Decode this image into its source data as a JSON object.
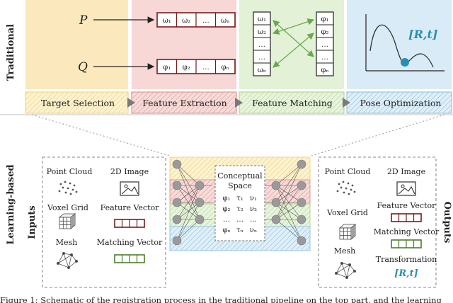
{
  "side_labels": {
    "traditional": "Traditional",
    "learning": "Learning-based",
    "inputs": "Inputs",
    "outputs": "Outputs"
  },
  "traditional": {
    "point_sets": [
      "P",
      "Q"
    ],
    "feat_p": [
      "ω₁",
      "ω₂",
      "…",
      "ωₙ"
    ],
    "feat_q": [
      "φ₁",
      "φ₂",
      "…",
      "φₙ"
    ],
    "match_left": [
      "ω₁",
      "ω₂",
      "…",
      "…",
      "ωₙ"
    ],
    "match_right": [
      "φ₁",
      "φ₂",
      "…",
      "…",
      "φₙ"
    ],
    "pose": "[R,t]",
    "stages": [
      "Target Selection",
      "Feature Extraction",
      "Feature Matching",
      "Pose Optimization"
    ]
  },
  "learning": {
    "inputs": {
      "point_cloud": "Point Cloud",
      "image": "2D Image",
      "voxel": "Voxel Grid",
      "feature": "Feature Vector",
      "mesh": "Mesh",
      "matching": "Matching Vector"
    },
    "outputs": {
      "point_cloud": "Point Cloud",
      "image": "2D Image",
      "feature": "Feature Vector",
      "voxel": "Voxel Grid",
      "matching": "Matching Vector",
      "mesh": "Mesh",
      "transformation": "Transformation",
      "pose": "[R,t]"
    },
    "concept": {
      "title_1": "Conceptual",
      "title_2": "Space",
      "rows": [
        [
          "φ₁",
          "τ₁",
          "ν₁"
        ],
        [
          "φ₂",
          "τ₂",
          "ν₂"
        ],
        [
          "…",
          "…",
          "…"
        ],
        [
          "φₙ",
          "τₙ",
          "νₙ"
        ]
      ]
    }
  },
  "caption": "Figure 1:  Schematic of the registration process in the traditional pipeline on the top part, and the learning",
  "colors": {
    "yellow": "#fbe7b3",
    "red": "#f7d6d4",
    "green": "#e3f1d6",
    "blue": "#d7eaf5",
    "teal": "#2a8fae",
    "box_border": "#7a1a1a",
    "matching_vec": "#4c7d2a",
    "arrow_green": "#6aa84f"
  }
}
